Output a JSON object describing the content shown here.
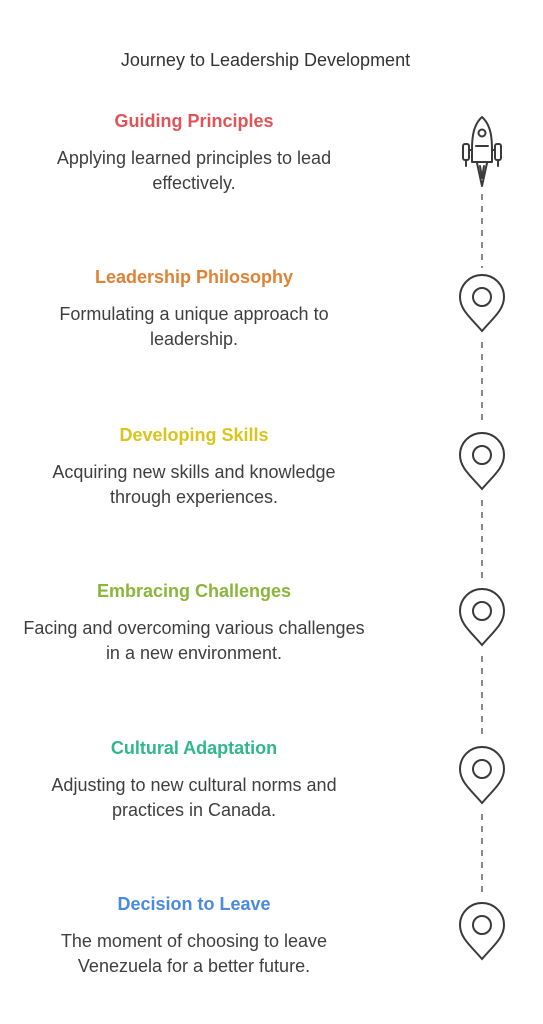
{
  "title": "Journey to Leadership Development",
  "steps": [
    {
      "heading": "Guiding Principles",
      "description": "Applying learned principles to lead effectively.",
      "color": "#e05356",
      "icon": "rocket-icon"
    },
    {
      "heading": "Leadership Philosophy",
      "description": "Formulating a unique approach to leadership.",
      "color": "#e08236",
      "icon": "location-pin-icon"
    },
    {
      "heading": "Developing Skills",
      "description": "Acquiring new skills and knowledge through experiences.",
      "color": "#d9c51d",
      "icon": "location-pin-icon"
    },
    {
      "heading": "Embracing Challenges",
      "description": "Facing and overcoming various challenges in a new environment.",
      "color": "#8ab63a",
      "icon": "location-pin-icon"
    },
    {
      "heading": "Cultural Adaptation",
      "description": "Adjusting to new cultural norms and practices in Canada.",
      "color": "#2fb88a",
      "icon": "location-pin-icon"
    },
    {
      "heading": "Decision to Leave",
      "description": "The moment of choosing to leave Venezuela for a better future.",
      "color": "#4a8ae0",
      "icon": "location-pin-icon"
    }
  ]
}
